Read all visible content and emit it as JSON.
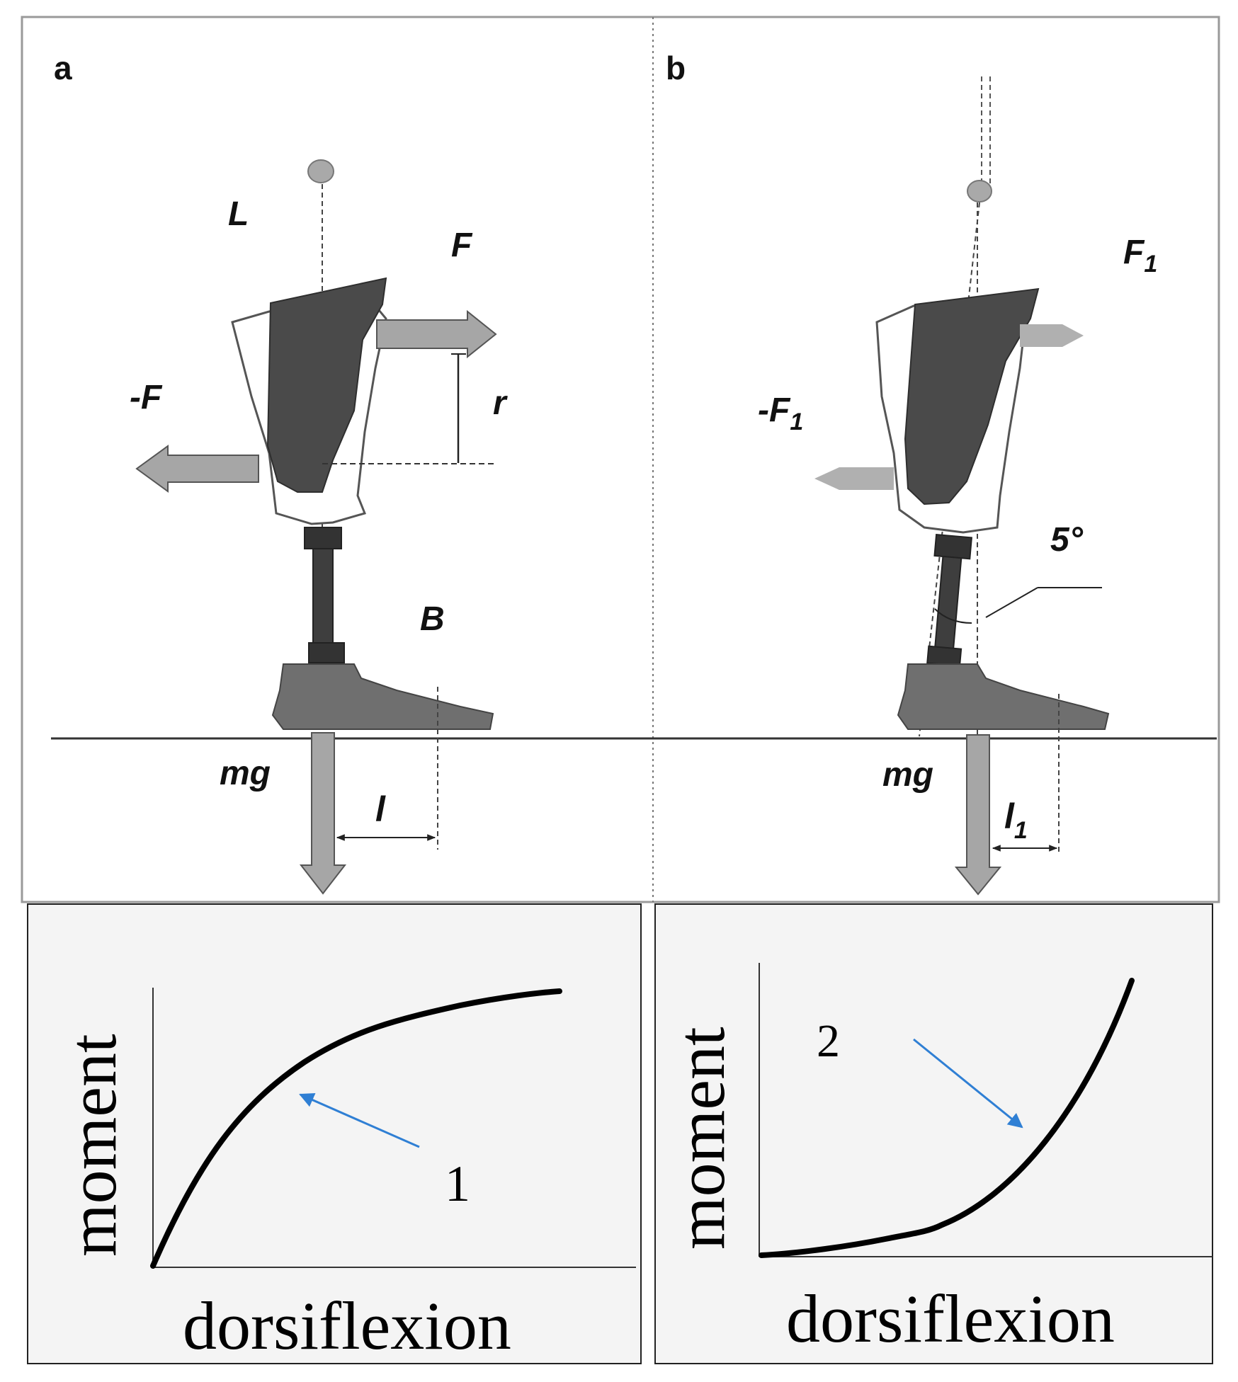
{
  "panels": {
    "a": {
      "letter": "a",
      "labels": {
        "L": "L",
        "F": "F",
        "negF": "-F",
        "r": "r",
        "B": "B",
        "mg": "mg",
        "l": "l"
      }
    },
    "b": {
      "letter": "b",
      "labels": {
        "F": "F",
        "F_sub": "1",
        "negF": "-F",
        "negF_sub": "1",
        "angle": "5°",
        "mg": "mg",
        "l": "l",
        "l_sub": "1"
      }
    }
  },
  "graphs": {
    "left": {
      "ylabel": "moment",
      "xlabel": "dorsiflexion",
      "curve_label": "1"
    },
    "right": {
      "ylabel": "moment",
      "xlabel": "dorsiflexion",
      "curve_label": "2"
    }
  },
  "colors": {
    "socket_dark": "#4a4a4a",
    "foot_gray": "#6f6f6f",
    "arrow_gray": "#a6a6a6",
    "pointer_blue": "#2f7fd4",
    "graph_bg": "#f4f4f4"
  }
}
